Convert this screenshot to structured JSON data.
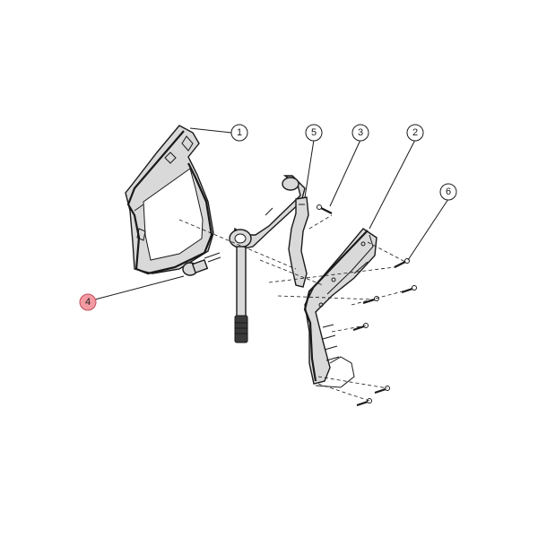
{
  "diagram": {
    "callouts": [
      {
        "id": "1",
        "label": "1",
        "highlight": false
      },
      {
        "id": "5",
        "label": "5",
        "highlight": false
      },
      {
        "id": "3",
        "label": "3",
        "highlight": false
      },
      {
        "id": "2",
        "label": "2",
        "highlight": false
      },
      {
        "id": "6",
        "label": "6",
        "highlight": false
      },
      {
        "id": "4",
        "label": "4",
        "highlight": true
      }
    ],
    "colors": {
      "highlight_fill": "#f39aa2",
      "line": "#1a1a1a",
      "background": "#ffffff"
    }
  }
}
